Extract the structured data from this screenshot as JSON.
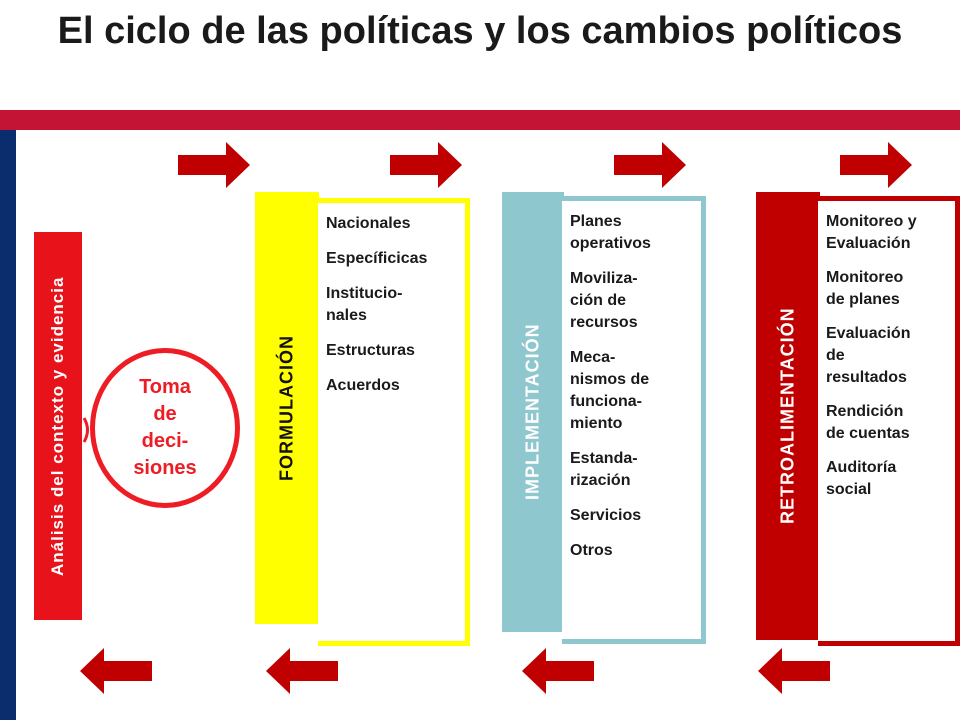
{
  "title": "El ciclo de las políticas y los cambios políticos",
  "analysis_label": "Análisis del contexto y evidencia",
  "decision_label": "Toma\nde\ndeci-\nsiones",
  "stages": [
    {
      "label": "FORMULACIÓN",
      "items": [
        "Nacionales",
        "Específicicas",
        "Institucio-\nnales",
        "Estructuras",
        "Acuerdos"
      ]
    },
    {
      "label": "IMPLEMENTACIÓN",
      "items": [
        "Planes\noperativos",
        "Moviliza-\nción de\nrecursos",
        "Meca-\nnismos de\nfunciona-\nmiento",
        "Estanda-\nrización",
        "Servicios",
        "Otros"
      ]
    },
    {
      "label": "RETROALIMENTACIÓN",
      "items": [
        "Monitoreo y\nEvaluación",
        "Monitoreo\nde  planes",
        "Evaluación\nde\nresultados",
        "Rendición\nde cuentas",
        "Auditoría\nsocial"
      ]
    }
  ],
  "colors": {
    "arrow": "#c00000",
    "formulacion": "#ffff00",
    "implementacion": "#8fc7cf",
    "retroalimentacion": "#c00000",
    "analysis": "#e8121b"
  }
}
